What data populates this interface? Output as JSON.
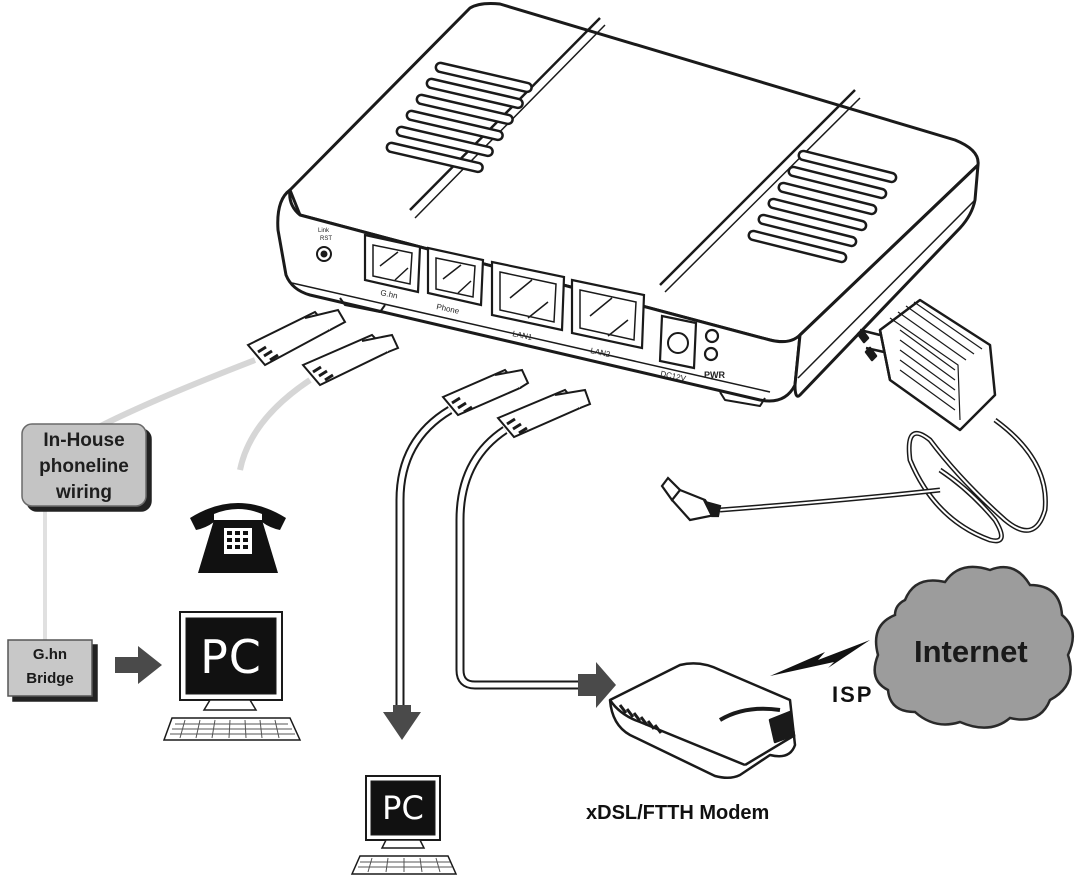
{
  "router": {
    "reset_label_1": "Link",
    "reset_label_2": "RST",
    "ports": [
      "G.hn",
      "Phone",
      "LAN1",
      "LAN2"
    ],
    "dc_label": "DC12V",
    "pwr_label": "PWR"
  },
  "labels": {
    "inhouse": [
      "In-House",
      "phoneline",
      "wiring"
    ],
    "bridge": [
      "G.hn",
      "Bridge"
    ],
    "pc": "PC",
    "pc2": "PC",
    "modem": "xDSL/FTTH Modem",
    "isp": "ISP",
    "internet": "Internet"
  },
  "colors": {
    "line": "#1a1a1a",
    "box": "#c8c8c8",
    "cloud": "#9a9a9a",
    "screen": "#111111"
  }
}
